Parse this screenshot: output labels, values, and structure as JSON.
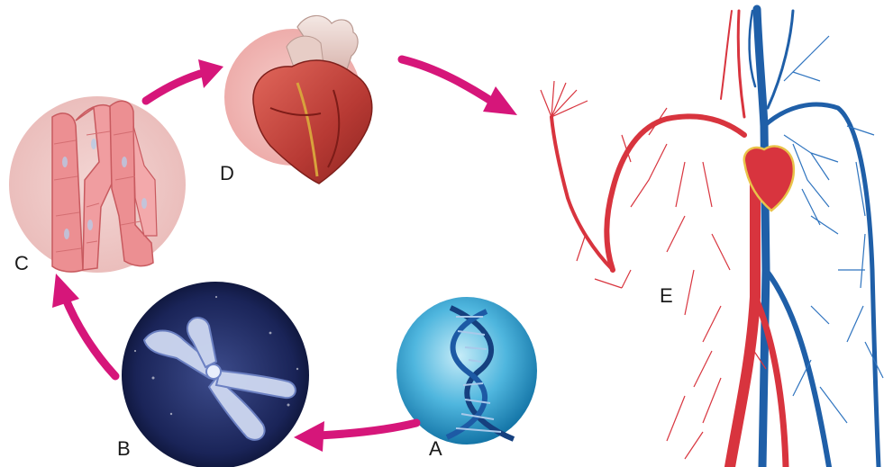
{
  "labels": {
    "a": "A",
    "b": "B",
    "c": "C",
    "d": "D",
    "e": "E"
  },
  "stages": [
    {
      "key": "a",
      "icon": "dna-helix-icon"
    },
    {
      "key": "b",
      "icon": "chromosome-icon"
    },
    {
      "key": "c",
      "icon": "muscle-tissue-icon"
    },
    {
      "key": "d",
      "icon": "heart-organ-icon"
    },
    {
      "key": "e",
      "icon": "circulatory-system-icon"
    }
  ],
  "colors": {
    "arrow": "#d6167a",
    "artery": "#d8343e",
    "vein": "#1f5fa8",
    "tissue": "#e98a8c",
    "dna_bg": "#2aa3d4"
  }
}
